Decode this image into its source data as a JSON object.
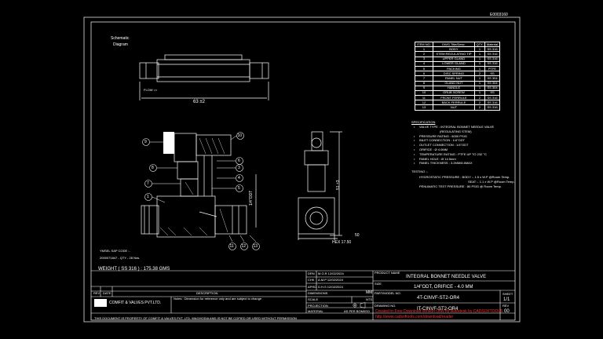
{
  "sheet_code": "E0003160",
  "schematic": {
    "line1": "Schematic",
    "line2": "Diagram"
  },
  "top_view": {
    "flow_label": "FLOW >>",
    "length_dim": "63 ±2"
  },
  "balloons": [
    "1",
    "2",
    "3",
    "4",
    "5",
    "6",
    "7",
    "8",
    "9",
    "10",
    "11",
    "12",
    "13"
  ],
  "side_view": {
    "height_dim": "51 ±3",
    "hex_dim": "HEX 17.50",
    "port_dim": "1/4\"ODT",
    "small_dim": "50"
  },
  "bom": {
    "headers": [
      "ITEM NO.",
      "DWG Title/Desc.",
      "QTY.",
      "Material"
    ],
    "rows": [
      [
        "1",
        "BODY",
        "1",
        "SS 316"
      ],
      [
        "2",
        "STEM REGULATING TIP",
        "1",
        "SS 316"
      ],
      [
        "3",
        "UPPER GLAND",
        "1",
        "SS 316"
      ],
      [
        "4",
        "LOWER GLAND",
        "1",
        "SS 316"
      ],
      [
        "5",
        "PACKING",
        "1",
        "PTFE"
      ],
      [
        "6",
        "DISC SPRING",
        "2",
        "SS"
      ],
      [
        "7",
        "PANEL NUT",
        "1",
        "SS 304"
      ],
      [
        "8",
        "GLAND NUT",
        "1",
        "SS 304"
      ],
      [
        "9",
        "HANDLE",
        "1",
        "SS 304"
      ],
      [
        "10",
        "GRUB SCREW",
        "1",
        "SS"
      ],
      [
        "11",
        "FRONT FERRULE",
        "2",
        "SS 316"
      ],
      [
        "12",
        "BACK FERRULE",
        "2",
        "SS 316"
      ],
      [
        "13",
        "NUT",
        "2",
        "SS 316"
      ]
    ]
  },
  "spec": {
    "title": "SPECIFICATION",
    "items": [
      "VALVE TYPE : INTEGRAL BONNET NEEDLE VALVE",
      "(REGULATING STEM)",
      "PRESSURE RATING : 6000 PSIG",
      "INLET CONNECTION : 1/4\"ODT",
      "OUTLET CONNECTION : 1/4\"ODT",
      "ORIFICE : Ø 4.0MM",
      "TEMPERATURE RATING : PTFE UP TO 232 °C",
      "PANEL HOLE : Ø 14.5mm",
      "PANEL THICKNESS : 3.2MM/8.6MAX"
    ]
  },
  "testing": {
    "title": "TESTING :-",
    "items": [
      "HYDROSTATIC PRESSURE : BODY :- 1.5 x W.P @Room Temp.",
      "SEAT :- 1.1 x W.P @Room Temp.",
      "PENUMATIC TEST PRESSURE : 80 PSIG @ Room Temp."
    ]
  },
  "notes_left": {
    "sap": "YMSEL SAP CODE :-",
    "qty": "2000071847 - QTY - 28 Nos.",
    "weight": "WEIGHT ( SS 316 ) : 175.38 GMS"
  },
  "title_block": {
    "drn": "DRN",
    "drn_val": "M.G.R 12/02/2024",
    "chk": "CHK",
    "chk_val": "A.M.P 12/02/2024",
    "aprd": "APRD",
    "aprd_val": "D.H.S 12/02/2024",
    "dimensions": "DIMENSIONS",
    "unit": "MM",
    "scale": "SCALE",
    "nts": "NTS",
    "projection": "PROJECTION",
    "material": "MATERIAL",
    "material_val": "AS PER BOM/ISO",
    "product_name_label": "PRODUCT NAME",
    "product_name": "INTEGRAL BONNET NEEDLE VALVE",
    "size_label": "SIZE",
    "size": "1/4\"ODT, ORIFICE - 4.0 MM",
    "part_label": "PART/MODEL NO.",
    "part": "4T-CINVF-ST2-OR4",
    "drawing_label": "DRAWING NO.",
    "drawing": "IT-CINVF-ST2-OR4",
    "sheet_label": "SHEET",
    "sheet": "1/1",
    "rev_label": "REV",
    "rev": "00",
    "rev_col": "REV",
    "date_col": "DATE",
    "desc_col": "DESCRIPTION",
    "company": "COMFIT & VALVES PVT.LTD.",
    "notes": "Notes : Dimension for reference only and are subject to change",
    "watermark1": "Created in Free Download version Only for Autodesk by CADSOFTOOLS",
    "watermark2": "http://www.cadsoftools.com/download/reader",
    "footer": "THIS DOCUMENT IS PROPERTY OF COMFIT & VALVES PVT. LTD. WAGHODIA AND IS NOT BE COPIED OR USED WITHOUT PERMISSION"
  }
}
